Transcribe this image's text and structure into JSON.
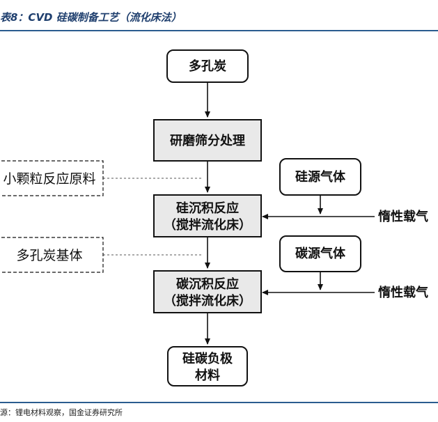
{
  "caption": "表8：CVD 硅碳制备工艺（流化床法）",
  "source": "源：锂电材料观察，国金证券研究所",
  "nodes": {
    "porous_carbon": "多孔炭",
    "grinding": "研磨筛分处理",
    "si_source_gas": "硅源气体",
    "si_deposition_1": "硅沉积反应",
    "si_deposition_2": "（搅拌流化床）",
    "c_source_gas": "碳源气体",
    "c_deposition_1": "碳沉积反应",
    "c_deposition_2": "（搅拌流化床）",
    "product_1": "硅碳负极",
    "product_2": "材料",
    "small_particles": "小颗粒反应原料",
    "porous_carbon_matrix": "多孔炭基体",
    "inert_gas_1": "惰性载气",
    "inert_gas_2": "惰性载气"
  }
}
